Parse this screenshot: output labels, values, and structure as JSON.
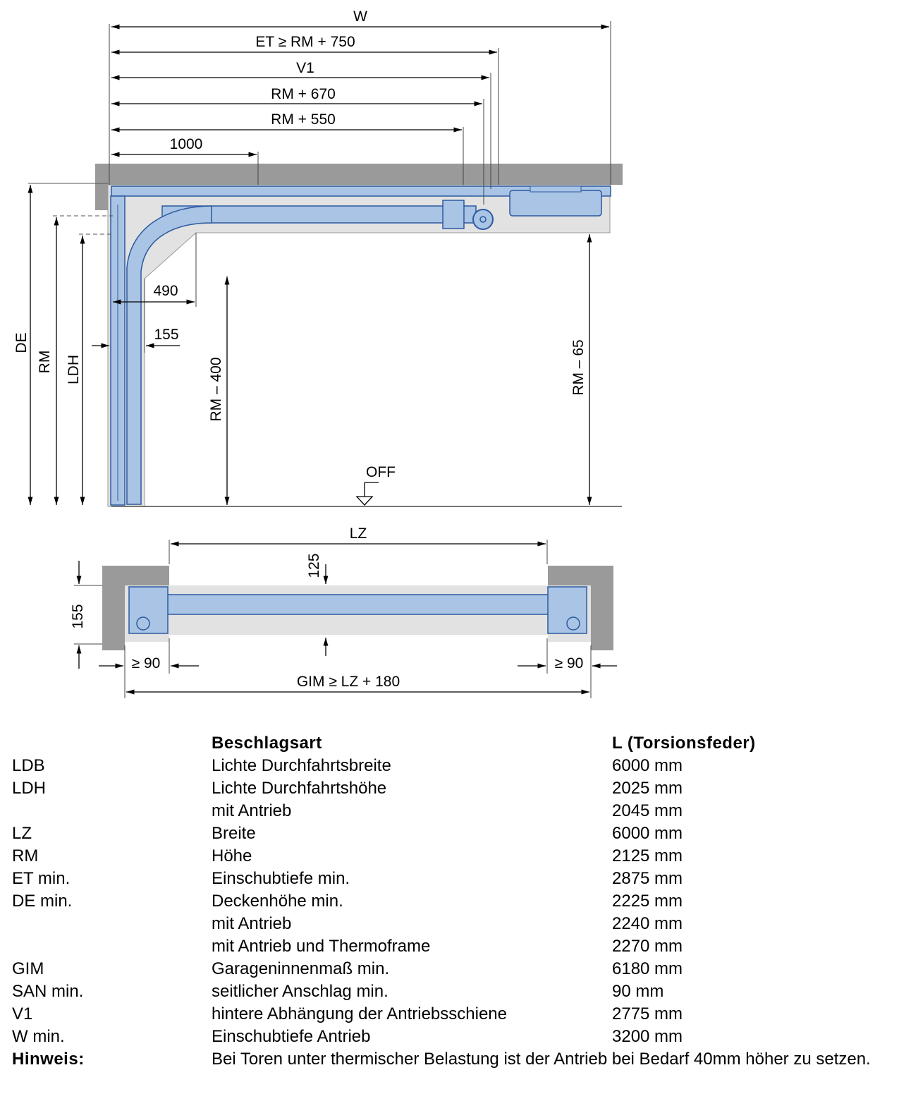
{
  "diagram": {
    "side_view": {
      "dims": {
        "w": "W",
        "et": "ET ≥ RM + 750",
        "v1": "V1",
        "rm670": "RM + 670",
        "rm550": "RM + 550",
        "d1000": "1000",
        "d490": "490",
        "d155": "155",
        "de": "DE",
        "rm": "RM",
        "ldh": "LDH",
        "rm400": "RM – 400",
        "rm65": "RM – 65",
        "off": "OFF"
      }
    },
    "top_view": {
      "dims": {
        "lz": "LZ",
        "d125": "125",
        "d155": "155",
        "left90": "≥ 90",
        "right90": "≥ 90",
        "gim": "GIM ≥ LZ + 180"
      }
    },
    "colors": {
      "door_blue": "#a9c4e4",
      "line_blue": "#2c5aa0",
      "wall_gray": "#9a9a9a",
      "light_gray": "#e0e0e0"
    }
  },
  "table": {
    "header": {
      "col1": "",
      "col2": "Beschlagsart",
      "col3": "L (Torsionsfeder)"
    },
    "rows": [
      {
        "abbr": "LDB",
        "desc": "Lichte Durchfahrtsbreite",
        "value": "6000 mm"
      },
      {
        "abbr": "LDH",
        "desc": "Lichte Durchfahrtshöhe",
        "value": "2025 mm"
      },
      {
        "abbr": "",
        "desc": "mit Antrieb",
        "value": "2045 mm"
      },
      {
        "abbr": "LZ",
        "desc": "Breite",
        "value": "6000 mm"
      },
      {
        "abbr": "RM",
        "desc": "Höhe",
        "value": "2125 mm"
      },
      {
        "abbr": "ET min.",
        "desc": "Einschubtiefe min.",
        "value": "2875 mm"
      },
      {
        "abbr": "DE min.",
        "desc": "Deckenhöhe min.",
        "value": "2225 mm"
      },
      {
        "abbr": "",
        "desc": "mit Antrieb",
        "value": "2240 mm"
      },
      {
        "abbr": "",
        "desc": "mit Antrieb und Thermoframe",
        "value": "2270 mm"
      },
      {
        "abbr": "GIM",
        "desc": "Garageninnenmaß min.",
        "value": "6180 mm"
      },
      {
        "abbr": "SAN min.",
        "desc": "seitlicher Anschlag min.",
        "value": "90 mm"
      },
      {
        "abbr": "V1",
        "desc": "hintere Abhängung der Antriebsschiene",
        "value": "2775 mm"
      },
      {
        "abbr": "W min.",
        "desc": "Einschubtiefe Antrieb",
        "value": "3200 mm"
      }
    ],
    "note": {
      "label": "Hinweis:",
      "text": "Bei Toren unter thermischer Belastung ist der Antrieb bei Bedarf 40mm höher zu setzen."
    }
  }
}
